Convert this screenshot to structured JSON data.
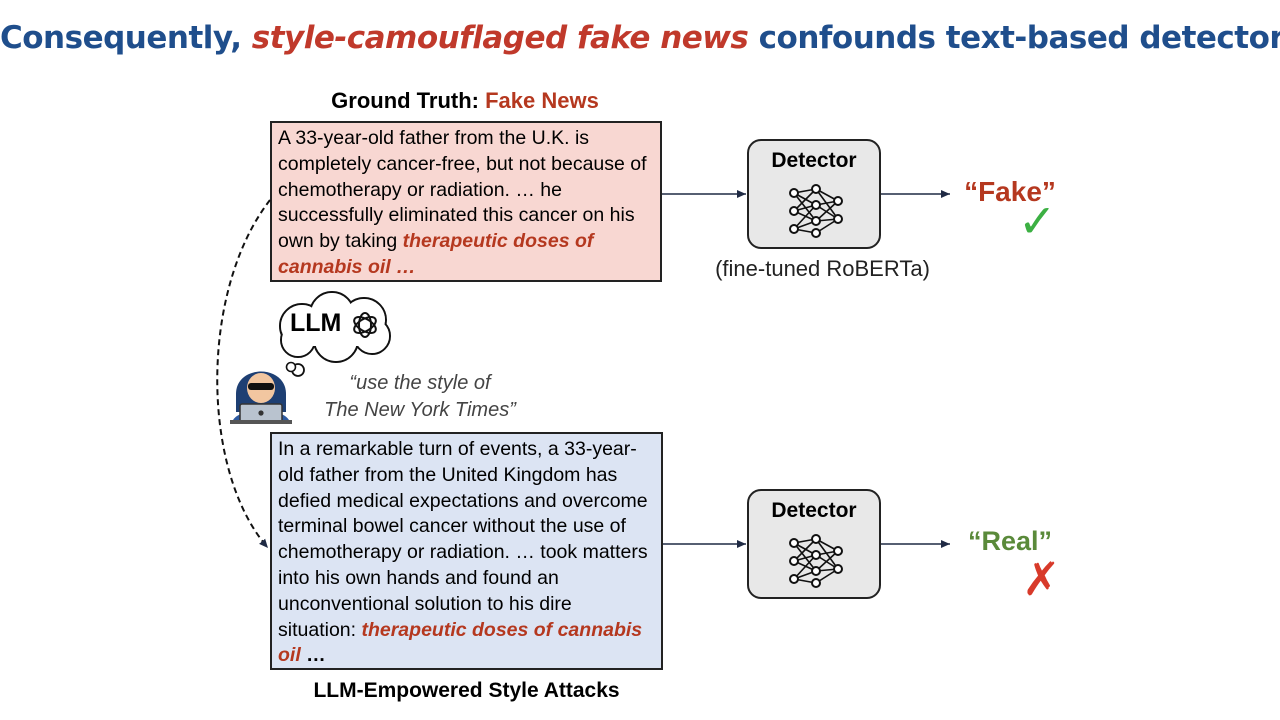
{
  "title": {
    "prefix": "Consequently, ",
    "highlight": "style-camouflaged fake news",
    "suffix": " confounds text-based detectors"
  },
  "ground_truth": {
    "label_prefix": "Ground Truth: ",
    "label_value": "Fake News"
  },
  "original_article": {
    "text": "A 33-year-old father from the U.K. is completely cancer-free, but not because of chemotherapy or radiation. … he successfully eliminated this cancer on his own by taking ",
    "highlight": "therapeutic doses of cannabis oil …"
  },
  "llm": {
    "label": "LLM",
    "prompt_line1": "“use the style of",
    "prompt_line2": "The New York Times”"
  },
  "attacked_article": {
    "text": "In a remarkable turn of events, a 33-year-old father from the United Kingdom has defied medical expectations and overcome terminal bowel cancer without the use of chemotherapy or radiation. … took matters into his own hands and found an unconventional solution to his dire situation: ",
    "highlight": "therapeutic doses of cannabis oil",
    "tail": " …"
  },
  "attack_label": "LLM-Empowered Style Attacks",
  "detector": {
    "label": "Detector",
    "model": "(fine-tuned RoBERTa)"
  },
  "outputs": {
    "top": "“Fake”",
    "bottom": "“Real”",
    "check_symbol": "✓",
    "cross_symbol": "✗"
  },
  "colors": {
    "title_blue": "#1f4e8c",
    "accent_red": "#b5381f",
    "top_box_fill": "#f8d7d2",
    "bottom_box_fill": "#dce4f3",
    "detector_fill": "#e8e8e8",
    "real_green": "#5a8a3a",
    "check_green": "#3cb043",
    "cross_red": "#d83a2a"
  }
}
